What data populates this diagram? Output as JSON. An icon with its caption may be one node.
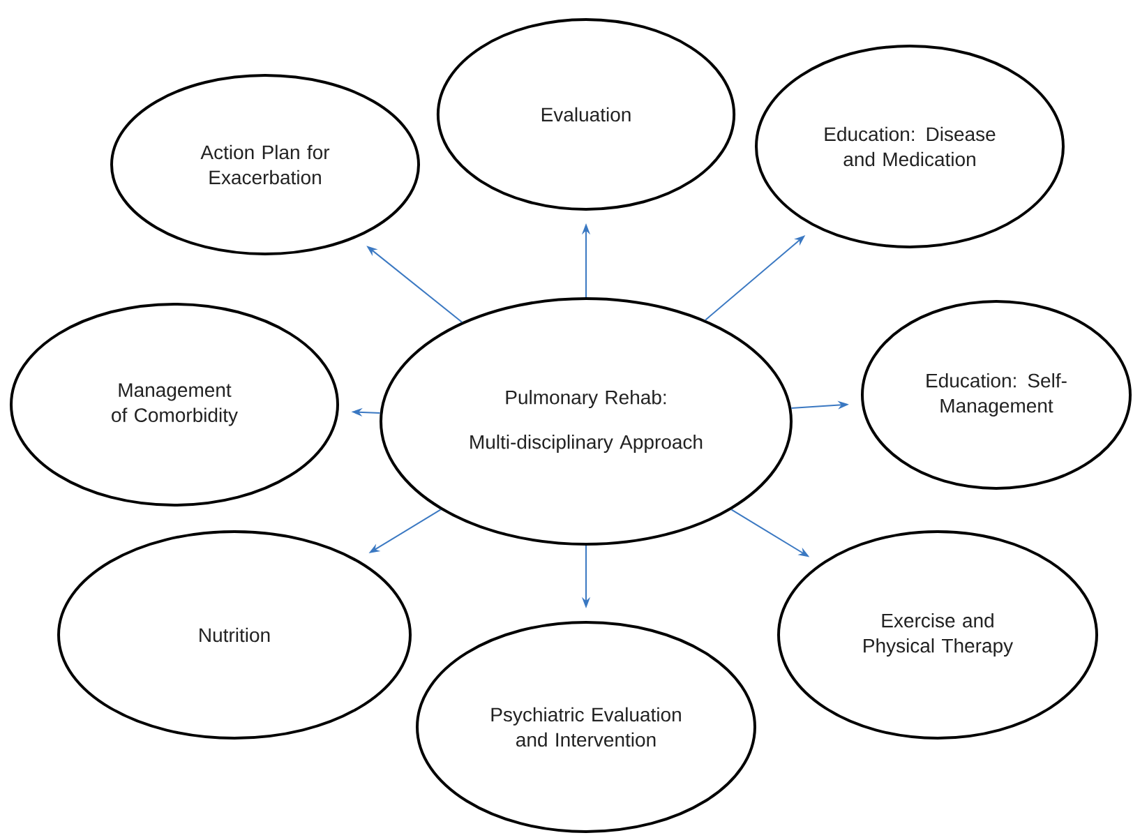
{
  "diagram": {
    "nodes": [
      {
        "text": [
          "Action Plan for Exacerbation"
        ]
      },
      {
        "text": [
          "Evaluation"
        ]
      },
      {
        "text": [
          "Education: Disease and Medication"
        ]
      },
      {
        "text": [
          "Management of Comorbidity"
        ]
      },
      {
        "text": [
          "Pulmonary Rehab:",
          "Multi-disciplinary Approach"
        ]
      },
      {
        "text": [
          "Education: Self-Management"
        ]
      },
      {
        "text": [
          "Nutrition"
        ]
      },
      {
        "text": [
          "Psychiatric Evaluation and Intervention"
        ]
      },
      {
        "text": [
          "Exercise and Physical Therapy"
        ]
      }
    ],
    "edges": [
      {
        "from": 4,
        "to": 0,
        "arrow": "to"
      },
      {
        "from": 4,
        "to": 1,
        "arrow": "to"
      },
      {
        "from": 4,
        "to": 2,
        "arrow": "to"
      },
      {
        "from": 4,
        "to": 3,
        "arrow": "to"
      },
      {
        "from": 4,
        "to": 5,
        "arrow": "to"
      },
      {
        "from": 4,
        "to": 6,
        "arrow": "to"
      },
      {
        "from": 4,
        "to": 7,
        "arrow": "to"
      },
      {
        "from": 4,
        "to": 8,
        "arrow": "to"
      }
    ]
  }
}
